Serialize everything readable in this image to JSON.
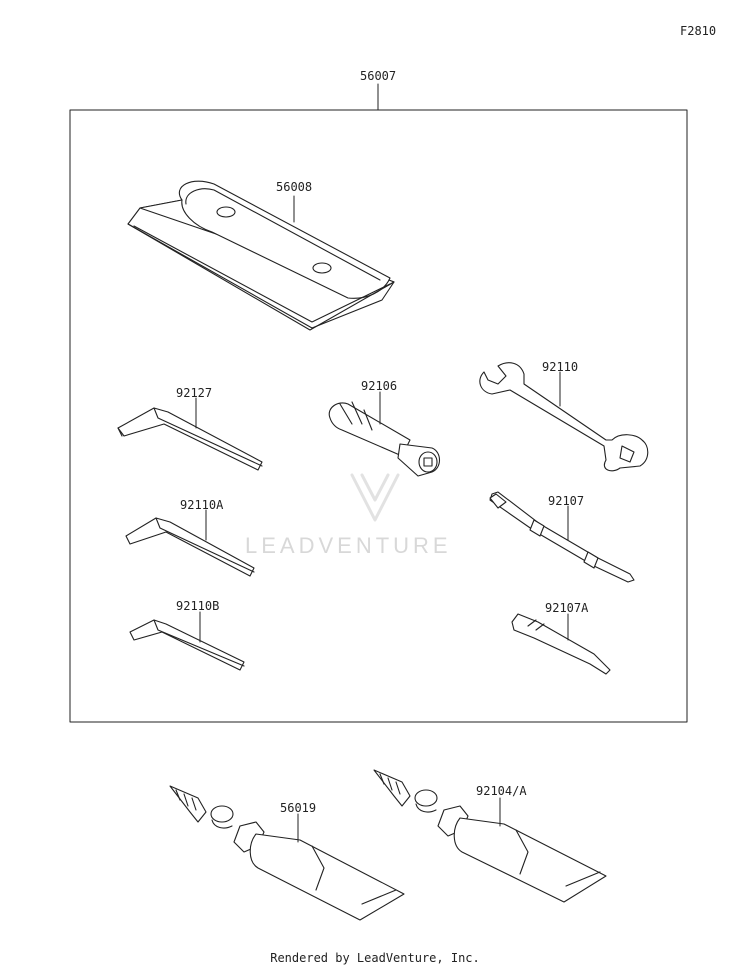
{
  "diagram_code": "F2810",
  "watermark": "LEADVENTURE",
  "footer": "Rendered by LeadVenture, Inc.",
  "parts": {
    "tool_set": "56007",
    "tool_case": "56008",
    "hex_wrench_large": "92127",
    "hex_wrench_medium": "92110A",
    "hex_wrench_small": "92110B",
    "socket_handle": "92106",
    "open_end_wrench": "92110",
    "screwdriver": "92107",
    "screwdriver_bit": "92107A",
    "grease_tube_left": "56019",
    "grease_tube_right": "92104/A"
  }
}
